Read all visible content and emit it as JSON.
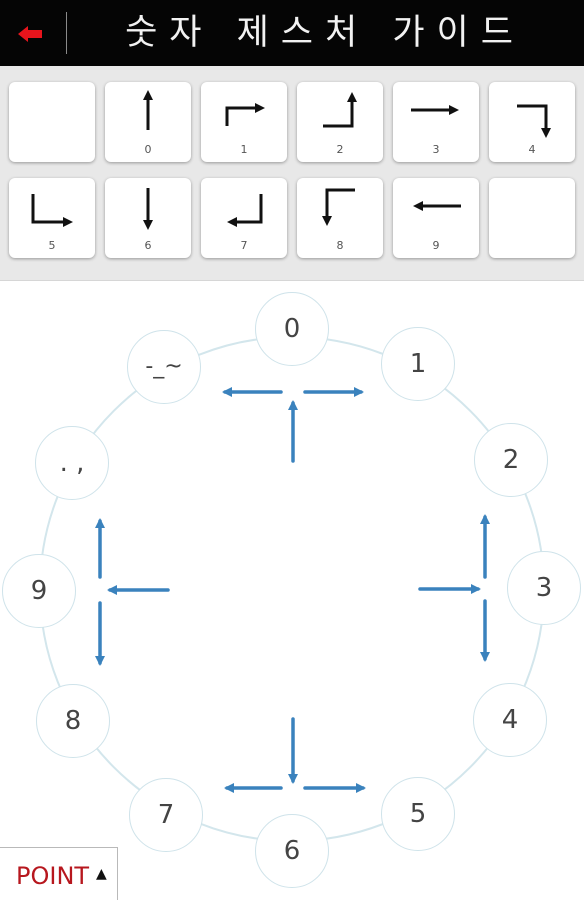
{
  "header": {
    "title": "숫자 제스처 가이드",
    "back_icon": "back-arrow-icon",
    "accent_color": "#e8141c"
  },
  "keypad": {
    "rows": [
      [
        {
          "label": "",
          "icon": "blank"
        },
        {
          "label": "0",
          "icon": "arrow-up-icon"
        },
        {
          "label": "1",
          "icon": "corner-up-right-icon"
        },
        {
          "label": "2",
          "icon": "corner-right-up-icon"
        },
        {
          "label": "3",
          "icon": "arrow-right-icon"
        },
        {
          "label": "4",
          "icon": "corner-right-down-icon"
        }
      ],
      [
        {
          "label": "5",
          "icon": "corner-down-right-icon"
        },
        {
          "label": "6",
          "icon": "arrow-down-icon"
        },
        {
          "label": "7",
          "icon": "corner-left-up-left-icon"
        },
        {
          "label": "8",
          "icon": "corner-left-down-icon"
        },
        {
          "label": "9",
          "icon": "arrow-left-icon"
        },
        {
          "label": "",
          "icon": "blank"
        }
      ]
    ]
  },
  "dial": {
    "nodes": [
      "0",
      "1",
      "2",
      "3",
      "4",
      "5",
      "6",
      "7",
      "8",
      "9",
      ". ,",
      "-_~"
    ],
    "arrow_color": "#3a82bd",
    "ring_color": "#d3e6ec"
  },
  "point_button": {
    "label": "POINT",
    "caret": "▲",
    "label_color": "#b7171e"
  }
}
